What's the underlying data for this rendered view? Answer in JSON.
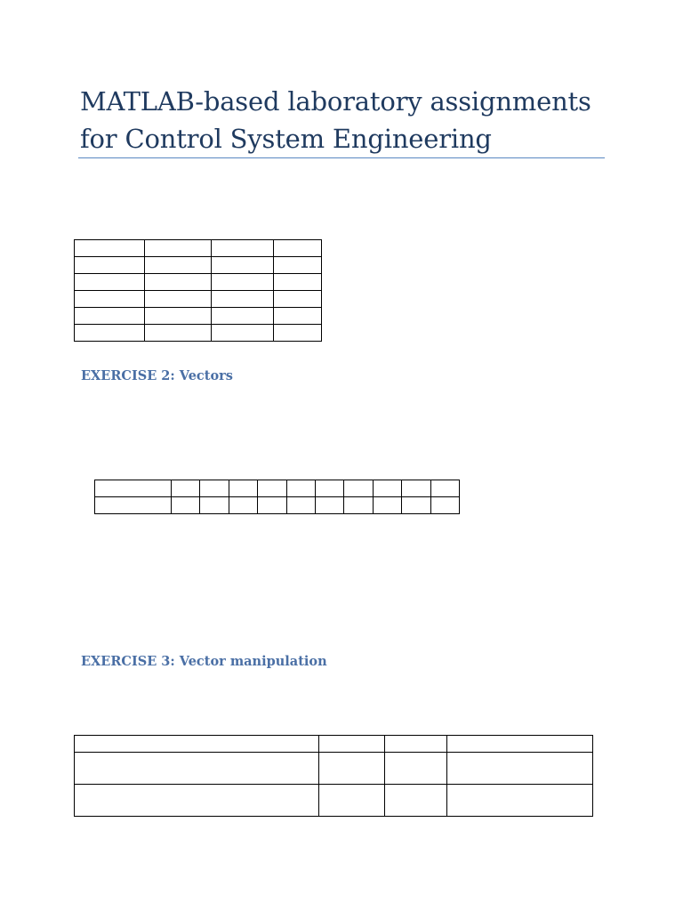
{
  "document": {
    "title": "MATLAB-based laboratory assignments for Control System Engineering"
  },
  "exercises": [
    {
      "heading": "EXERCISE 2: Vectors"
    },
    {
      "heading": "EXERCISE 3: Vector manipulation"
    }
  ],
  "tables": [
    {
      "name": "table-1",
      "rows": 6,
      "cols": 4
    },
    {
      "name": "table-2",
      "rows": 2,
      "cols": 11
    },
    {
      "name": "table-3",
      "rows": 3,
      "cols": 4
    }
  ]
}
